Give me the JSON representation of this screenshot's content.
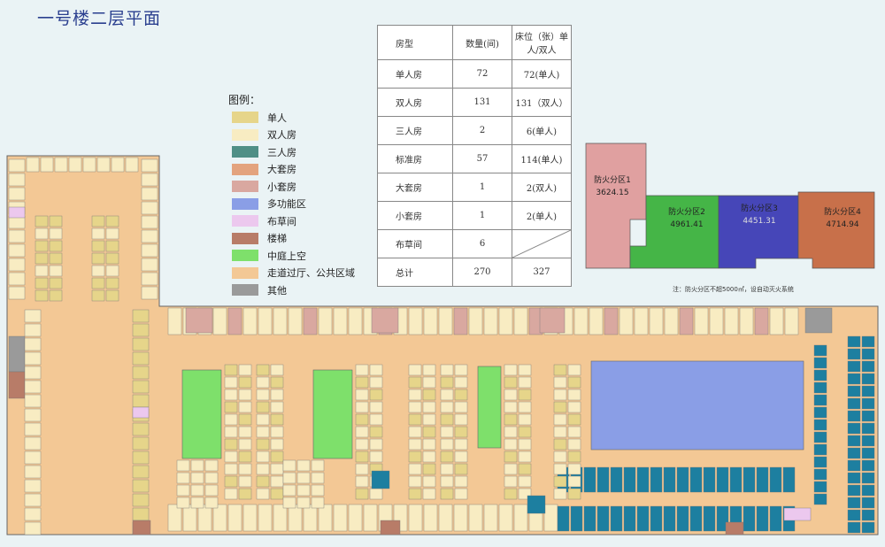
{
  "title": "一号楼二层平面",
  "legend": {
    "title": "图例：",
    "items": [
      {
        "label": "单人",
        "color": "#e6d58a"
      },
      {
        "label": "双人房",
        "color": "#f8ecc2"
      },
      {
        "label": "三人房",
        "color": "#4f8f86"
      },
      {
        "label": "大套房",
        "color": "#e3a37e"
      },
      {
        "label": "小套房",
        "color": "#d9a8a0"
      },
      {
        "label": "多功能区",
        "color": "#8a9ee6"
      },
      {
        "label": "布草间",
        "color": "#ecc8ee"
      },
      {
        "label": "楼梯",
        "color": "#b87c68"
      },
      {
        "label": "中庭上空",
        "color": "#7ee06b"
      },
      {
        "label": "走道过厅、公共区域",
        "color": "#f3c895"
      },
      {
        "label": "其他",
        "color": "#9a9a9a"
      }
    ]
  },
  "room_table": {
    "headers": [
      "房型",
      "数量(间)",
      "床位（张）单人/双人"
    ],
    "rows": [
      [
        "单人房",
        "72",
        "72(单人)"
      ],
      [
        "双人房",
        "131",
        "131（双人）"
      ],
      [
        "三人房",
        "2",
        "6(单人)"
      ],
      [
        "标准房",
        "57",
        "114(单人)"
      ],
      [
        "大套房",
        "1",
        "2(双人)"
      ],
      [
        "小套房",
        "1",
        "2(单人)"
      ],
      [
        "布草间",
        "6",
        ""
      ],
      [
        "总计",
        "270",
        "327"
      ]
    ]
  },
  "fire_zones": [
    {
      "name": "防火分区1",
      "area": "3624.15",
      "color": "#e0a0a0"
    },
    {
      "name": "防火分区2",
      "area": "4961.41",
      "color": "#45b547"
    },
    {
      "name": "防火分区3",
      "area": "4451.31",
      "color": "#4646b8"
    },
    {
      "name": "防火分区4",
      "area": "4714.94",
      "color": "#c8704a"
    }
  ],
  "fire_note": "注：防火分区不超5000㎡，设自动灭火系统"
}
